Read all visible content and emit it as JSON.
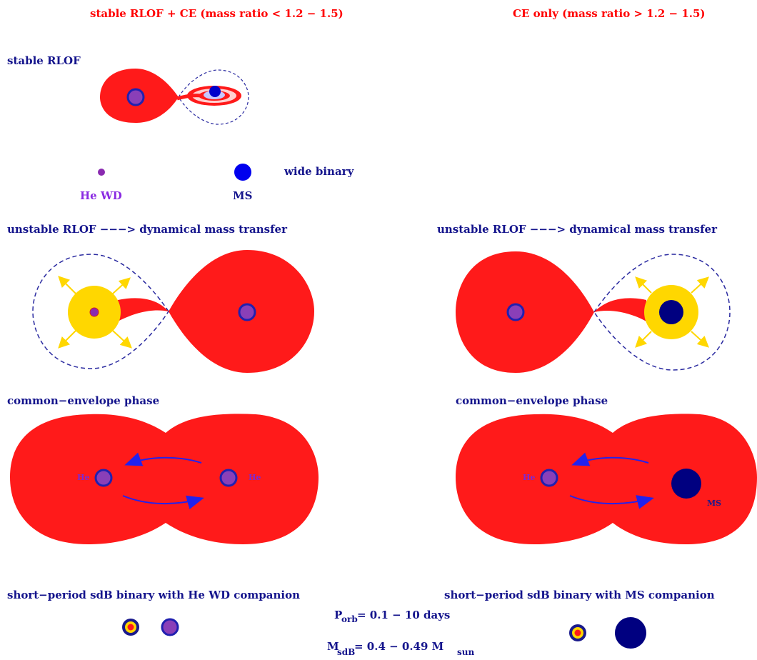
{
  "headers": {
    "left": "stable RLOF + CE (mass ratio < 1.2 − 1.5)",
    "right": "CE only (mass ratio > 1.2 − 1.5)"
  },
  "stage1": {
    "title": "stable RLOF",
    "he_wd": "He WD",
    "ms": "MS",
    "wide": "wide binary"
  },
  "stage2": {
    "title_left": "unstable RLOF −−−> dynamical mass transfer",
    "title_right": "unstable RLOF −−−> dynamical mass transfer"
  },
  "stage3": {
    "title_left": "common−envelope phase",
    "title_right": "common−envelope phase",
    "he_left_a": "He",
    "he_left_b": "He",
    "he_right": "He",
    "ms_right": "MS"
  },
  "stage4": {
    "title_left": "short−period sdB binary with He WD companion",
    "title_right": "short−period sdB binary with MS companion"
  },
  "params": {
    "p_main": "P",
    "p_sub": "orb",
    "p_value": "= 0.1 − 10 days",
    "m_main": "M",
    "m_sub": "sdB",
    "m_value": "= 0.4 − 0.49 M",
    "m_sun": "sun"
  },
  "colors": {
    "envelope_red": "#ff1a1a",
    "core_purple": "#8a3fb8",
    "ring_navy": "#2020b0",
    "ms_blue": "#0000ee",
    "ms_navy": "#000080",
    "wind_yellow": "#ffd700",
    "arrow_blue": "#2222ee"
  }
}
